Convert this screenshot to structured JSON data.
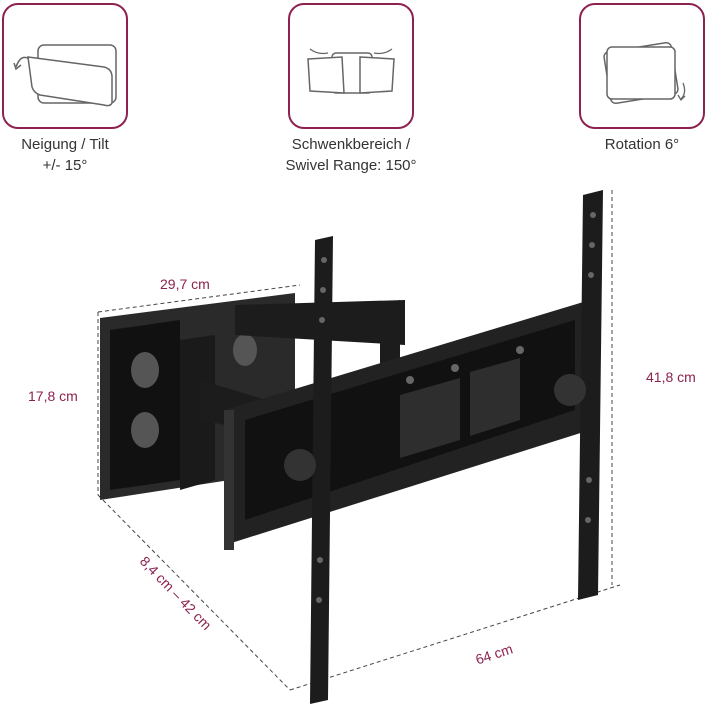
{
  "features": [
    {
      "icon": "tilt-icon",
      "line1": "Neigung / Tilt",
      "line2": "+/- 15°"
    },
    {
      "icon": "swivel-icon",
      "line1": "Schwenkbereich /",
      "line2": "Swivel Range: 150°"
    },
    {
      "icon": "rotation-icon",
      "line1": "Rotation 6°",
      "line2": ""
    }
  ],
  "dimensions": {
    "plate_width": "29,7 cm",
    "plate_height": "17,8 cm",
    "bracket_height": "41,8 cm",
    "wall_distance": "8,4 cm – 42 cm",
    "bracket_width": "64 cm"
  },
  "colors": {
    "accent": "#8c2250",
    "metal": "#1c1c1c"
  }
}
